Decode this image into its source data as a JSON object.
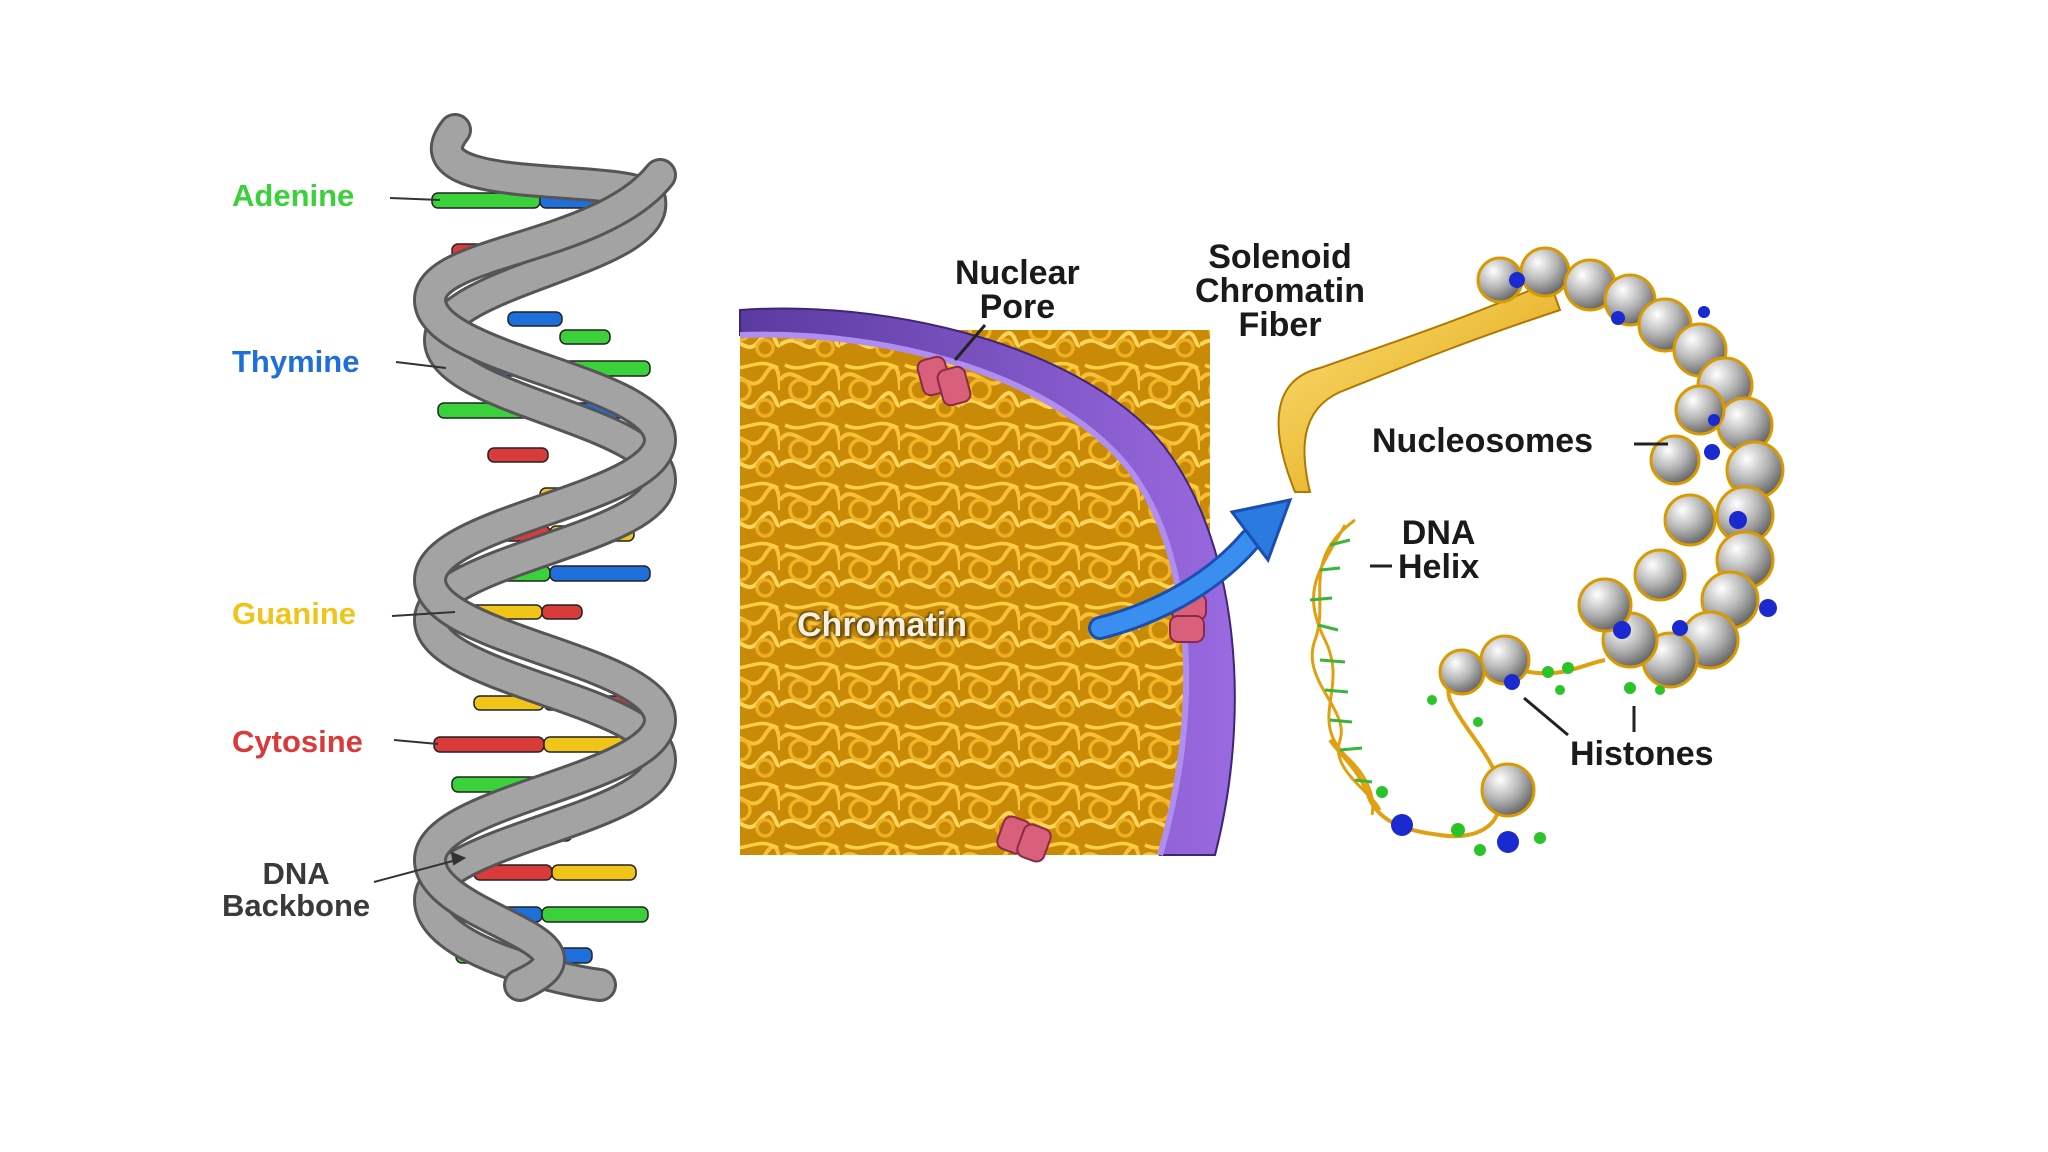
{
  "dna_labels": {
    "adenine": "Adenine",
    "thymine": "Thymine",
    "guanine": "Guanine",
    "cytosine": "Cytosine",
    "backbone_line1": "DNA",
    "backbone_line2": "Backbone"
  },
  "structure_labels": {
    "nuclear_pore_line1": "Nuclear",
    "nuclear_pore_line2": "Pore",
    "solenoid_line1": "Solenoid",
    "solenoid_line2": "Chromatin",
    "solenoid_line3": "Fiber",
    "nucleosomes": "Nucleosomes",
    "dna_helix_line1": "DNA",
    "dna_helix_line2": "Helix",
    "histones": "Histones",
    "chromatin": "Chromatin"
  },
  "colors": {
    "adenine": "#3ad13a",
    "thymine": "#1e6fd9",
    "guanine": "#f0c419",
    "cytosine": "#d93a3a",
    "backbone": "#9a9a9a",
    "chromatin": "#e8a90f",
    "nucleus_membrane": "#7a4ec0",
    "pore": "#d9607a",
    "arrow": "#2a7ae0",
    "histone_sphere": "#b8b8b8"
  }
}
